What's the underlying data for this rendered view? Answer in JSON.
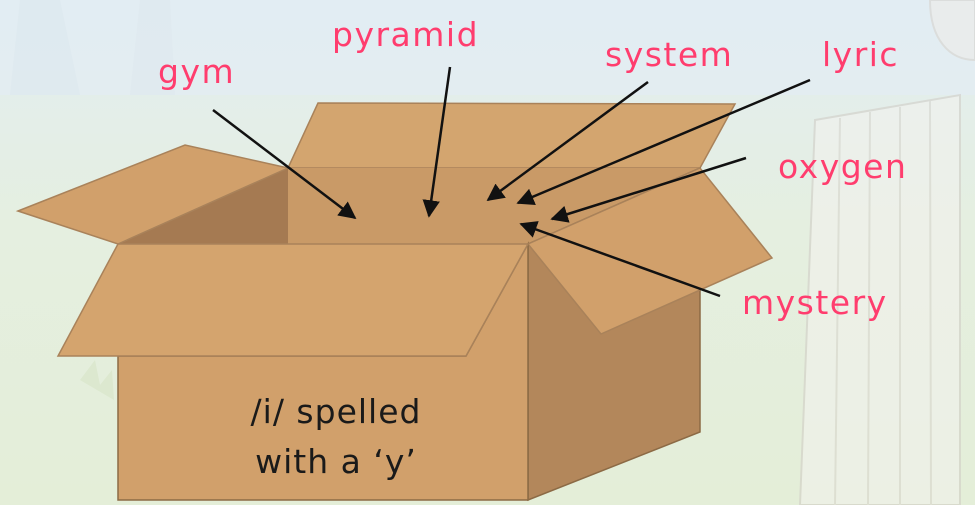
{
  "colors": {
    "word": "#ff3d6e",
    "arrow": "#111111",
    "label": "#1a1a1a",
    "box_front": "#d1a06b",
    "box_side": "#b3875b",
    "box_inner": "#a57a52",
    "box_back": "#c99a67",
    "box_edge": "#8c6a45"
  },
  "box": {
    "label_line1": "/i/ spelled",
    "label_line2": "with a ‘y’"
  },
  "words": {
    "gym": "gym",
    "pyramid": "pyramid",
    "system": "system",
    "lyric": "lyric",
    "oxygen": "oxygen",
    "mystery": "mystery"
  }
}
